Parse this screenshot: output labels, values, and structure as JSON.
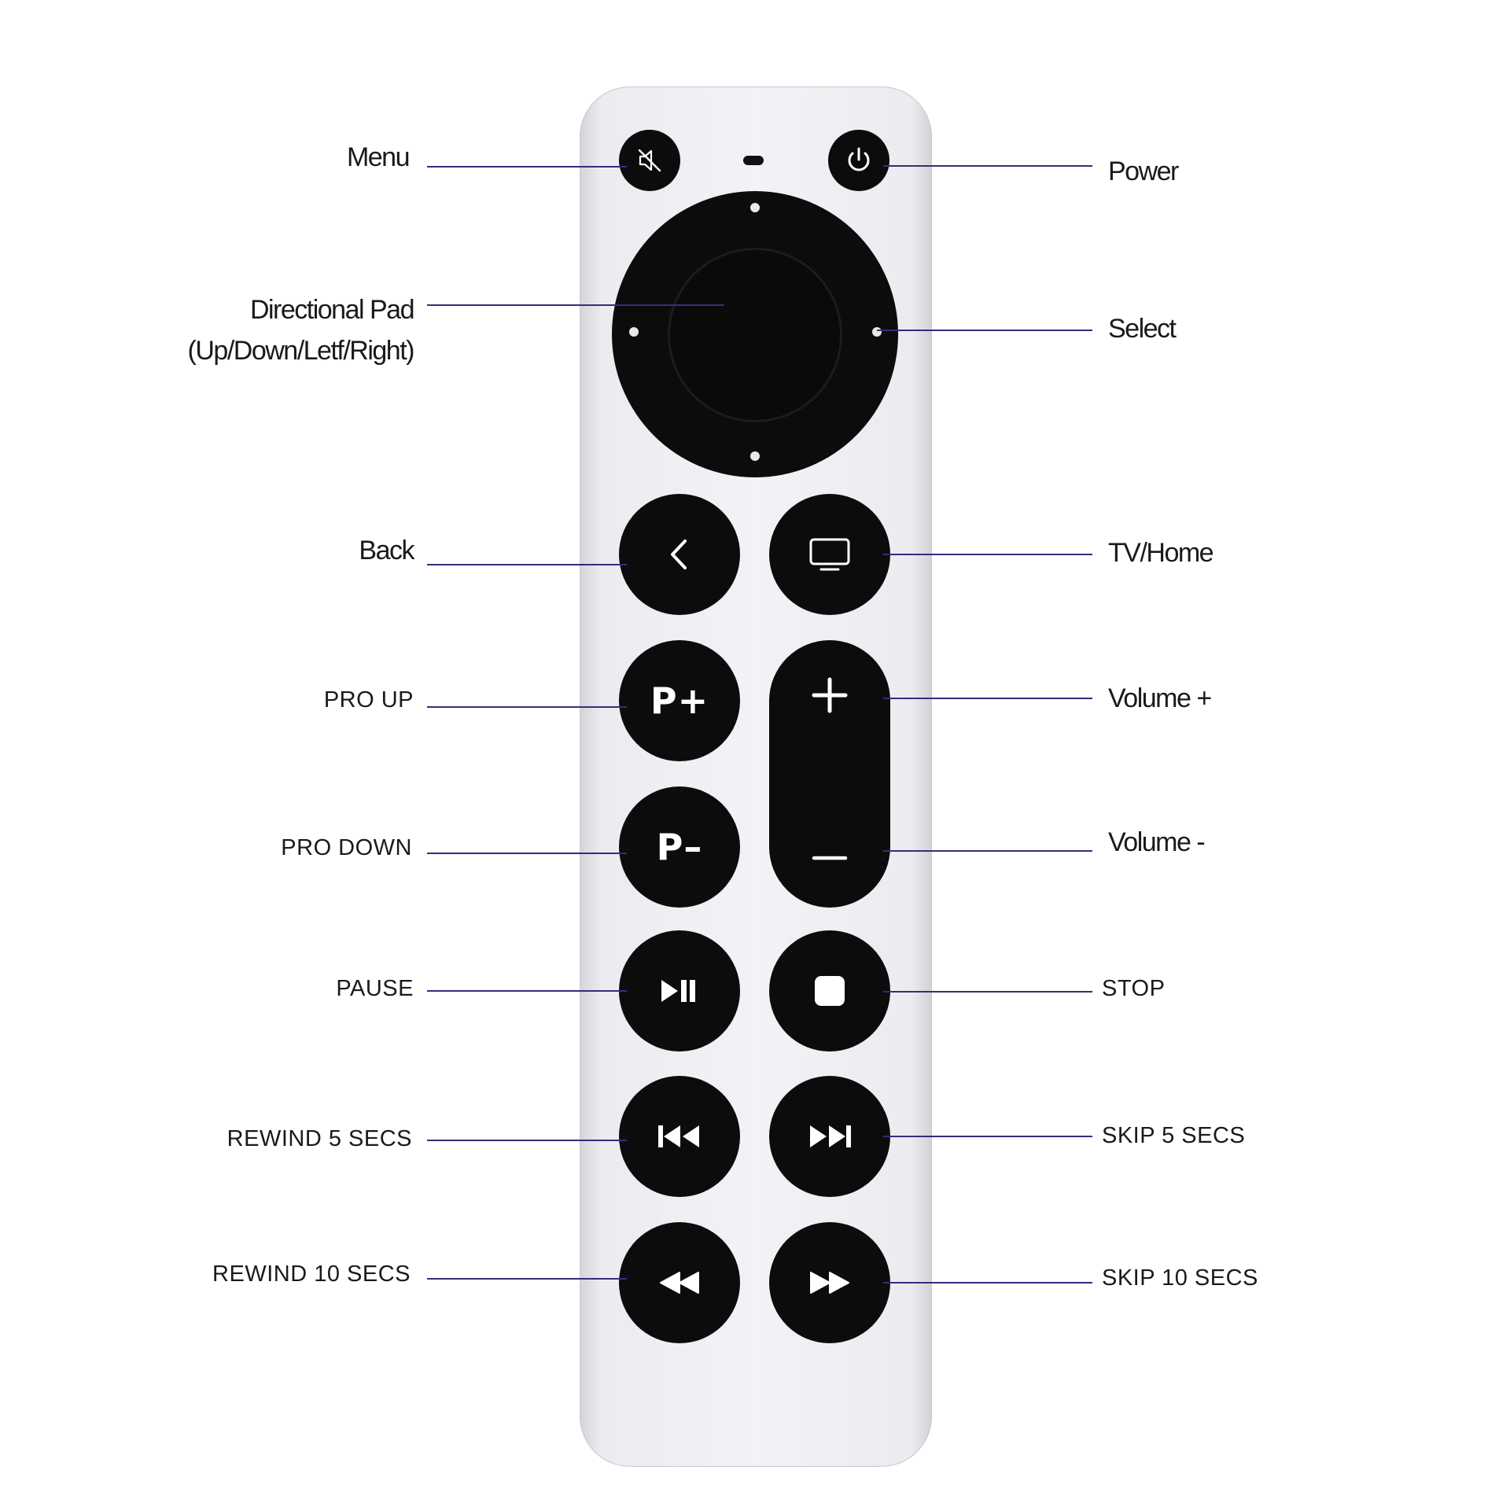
{
  "labels": {
    "menu": "Menu",
    "directional_pad": "Directional Pad",
    "directional_pad_sub": "(Up/Down/Letf/Right)",
    "back": "Back",
    "pro_up": "PRO UP",
    "pro_down": "PRO DOWN",
    "pause": "PAUSE",
    "rewind_5": "REWIND 5 SECS",
    "rewind_10": "REWIND 10 SECS",
    "power": "Power",
    "select": "Select",
    "tv_home": "TV/Home",
    "volume_up": "Volume +",
    "volume_down": "Volume -",
    "stop": "STOP",
    "skip_5": "SKIP 5 SECS",
    "skip_10": "SKIP 10 SECS"
  },
  "buttons": {
    "p_plus": "P+",
    "p_minus": "P–"
  },
  "colors": {
    "leader_line": "#3b2a7a",
    "button": "#0c0c0d",
    "remote_body": "#f0eff3",
    "label_text": "#1a1a1a"
  },
  "icons": [
    "mute-icon",
    "power-icon",
    "back-chevron-icon",
    "tv-icon",
    "plus-icon",
    "minus-icon",
    "play-pause-icon",
    "stop-icon",
    "skip-previous-icon",
    "skip-next-icon",
    "rewind-icon",
    "fast-forward-icon"
  ]
}
